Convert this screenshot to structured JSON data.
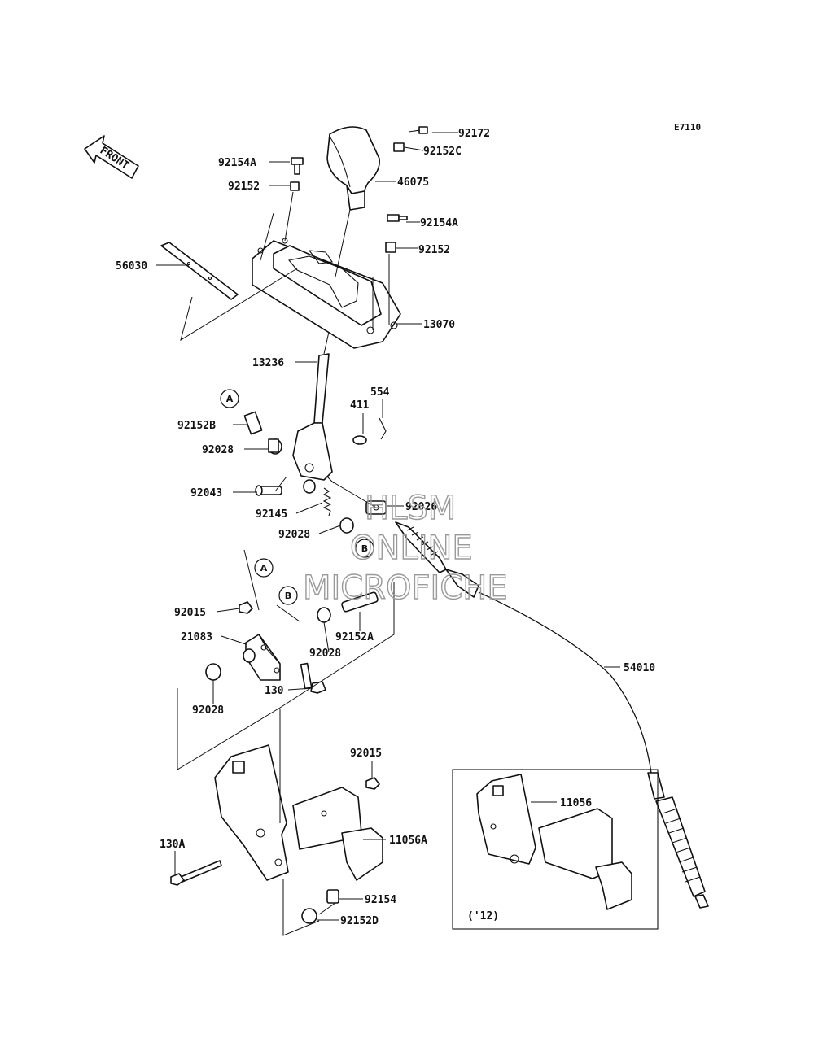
{
  "diagram_code": "E7110",
  "front_arrow": {
    "text": "FRONT"
  },
  "watermark": {
    "line1": "HLSM",
    "line2": "ONLINE",
    "line3": "MICROFICHE"
  },
  "callouts": {
    "A": "A",
    "B": "B"
  },
  "inset_note": "('12)",
  "labels": {
    "p92172": "92172",
    "p92152C": "92152C",
    "p46075": "46075",
    "p92154A_1": "92154A",
    "p92152_1": "92152",
    "p92154A_2": "92154A",
    "p92152_2": "92152",
    "p56030": "56030",
    "p13070": "13070",
    "p13236": "13236",
    "p554": "554",
    "p411": "411",
    "p92152B": "92152B",
    "p92028_1": "92028",
    "p92043": "92043",
    "p92145": "92145",
    "p92026": "92026",
    "p92028_2": "92028",
    "p92015_1": "92015",
    "p21083": "21083",
    "p92152A": "92152A",
    "p92028_3": "92028",
    "p130": "130",
    "p92028_4": "92028",
    "p54010": "54010",
    "p92015_2": "92015",
    "p11056A": "11056A",
    "p130A": "130A",
    "p92154": "92154",
    "p92152D": "92152D",
    "p11056": "11056"
  }
}
